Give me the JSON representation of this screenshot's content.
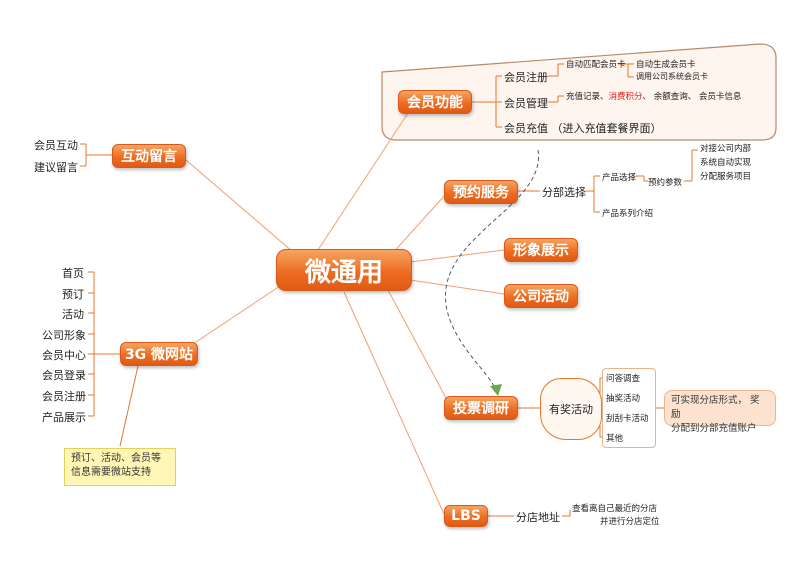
{
  "center": "微通用",
  "huiyuan": {
    "title": "会员功能",
    "register": "会员注册",
    "reg_branch1": "自动匹配会员卡",
    "reg_branch1_a": "自动生成会员卡",
    "reg_branch1_b": "调用公司系统会员卡",
    "manage": "会员管理",
    "manage_item1": "充值记录、",
    "manage_item2": "消费积分",
    "manage_item3": "、 余额查询、 会员卡信息",
    "recharge": "会员充值 （进入充值套餐界面）"
  },
  "hudong": {
    "title": "互动留言",
    "items": [
      "会员互动",
      "建议留言"
    ]
  },
  "yuyue": {
    "title": "预约服务",
    "branch": "分部选择",
    "product_select": "产品选择",
    "params": "预约参数",
    "params_note": [
      "对接公司内部",
      "系统自动实现",
      "分配服务项目"
    ],
    "series": "产品系列介绍"
  },
  "xingxiang": {
    "title": "形象展示"
  },
  "gongsi": {
    "title": "公司活动"
  },
  "weiwangzhan": {
    "title": "3G 微网站",
    "items": [
      "首页",
      "预订",
      "活动",
      "公司形象",
      "会员中心",
      "会员登录",
      "会员注册",
      "产品展示"
    ],
    "note": [
      "预订、活动、会员等",
      "信息需要微站支持"
    ]
  },
  "toupiao": {
    "title": "投票调研",
    "sub": "有奖活动",
    "items": [
      "问答调查",
      "抽奖活动",
      "刮刮卡活动",
      "其他"
    ],
    "note": [
      "可实现分店形式， 奖励",
      "分配到分部充值账户"
    ]
  },
  "lbs": {
    "title": "LBS",
    "branch": "分店地址",
    "note": [
      "查看离自己最近的分店",
      "并进行分店定位"
    ]
  },
  "colors": {
    "node_orange": "#ec6d22",
    "line": "#f0a070",
    "panel_border": "#b98a6a",
    "note_bg": "#fff5b5",
    "dash_green": "#6aa84f"
  }
}
